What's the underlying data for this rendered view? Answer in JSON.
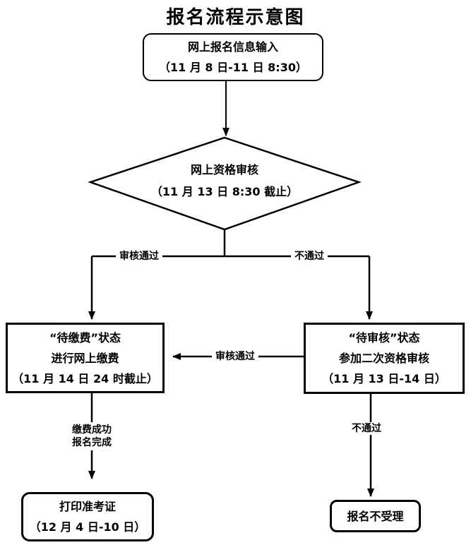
{
  "title": "报名流程示意图",
  "nodes": {
    "input": {
      "line1": "网上报名信息输入",
      "line2": "（11 月 8 日-11 日 8:30）"
    },
    "review": {
      "line1": "网上资格审核",
      "line2": "（11 月 13 日 8:30 截止）"
    },
    "pay": {
      "line1": "“待缴费”状态",
      "line2": "进行网上缴费",
      "line3": "（11 月 14 日 24 时截止）"
    },
    "second_review": {
      "line1": "“待审核”状态",
      "line2": "参加二次资格审核",
      "line3": "（11 月 13 日-14 日）"
    },
    "print": {
      "line1": "打印准考证",
      "line2": "（12 月 4 日-10 日）"
    },
    "rejected": {
      "line1": "报名不受理"
    }
  },
  "edge_labels": {
    "pass_left": "审核通过",
    "fail_right": "不通过",
    "second_pass": "审核通过",
    "pay_done_line1": "缴费成功",
    "pay_done_line2": "报名完成",
    "second_fail": "不通过"
  },
  "colors": {
    "line": "#000000",
    "background": "#ffffff",
    "text": "#000000"
  }
}
